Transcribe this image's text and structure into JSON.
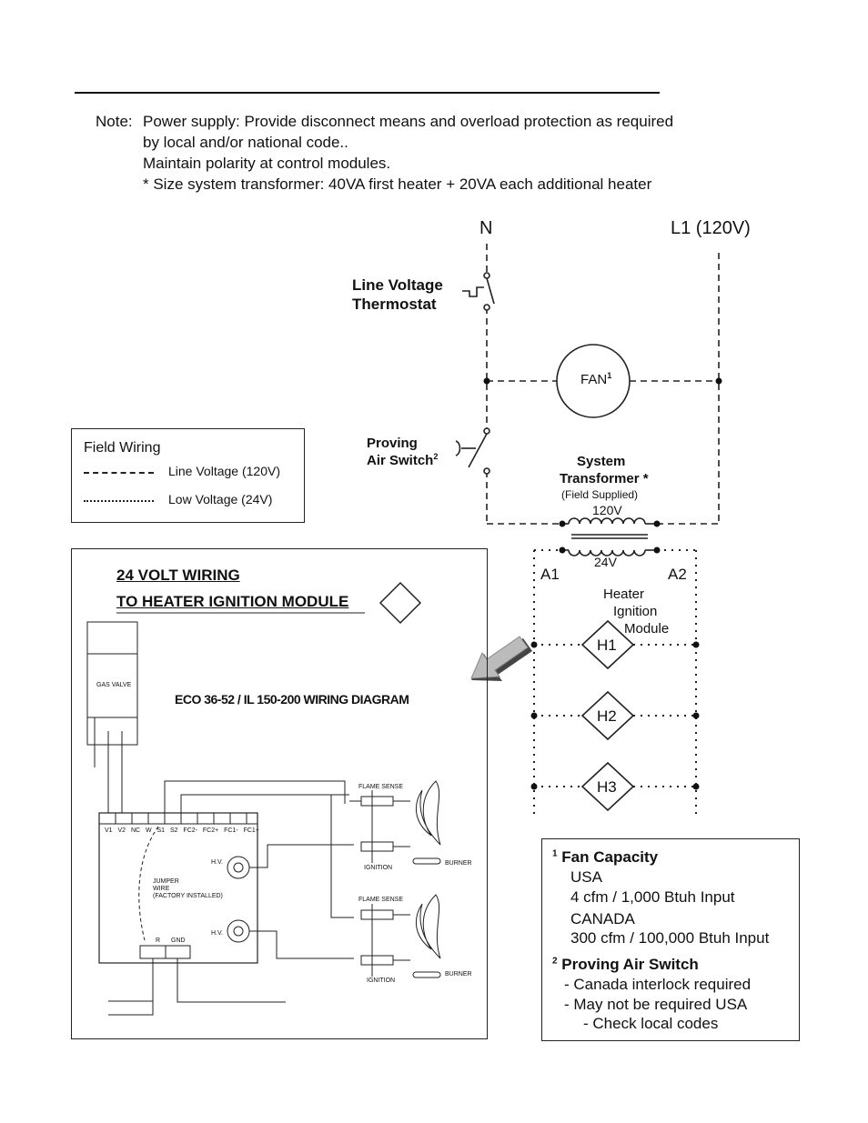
{
  "notes": {
    "prefix": "Note:",
    "line1": "Power supply: Provide disconnect means and overload protection as required",
    "line2": "by local and/or national code..",
    "line3": "Maintain polarity at control modules.",
    "line4": "* Size system transformer:   40VA first heater + 20VA each additional heater"
  },
  "power": {
    "neutral": "N",
    "line": "L1 (120V)"
  },
  "thermostat": {
    "line1": "Line Voltage",
    "line2": "Thermostat"
  },
  "fan": {
    "label": "FAN",
    "sup": "1"
  },
  "air_switch": {
    "line1": "Proving",
    "line2": "Air Switch",
    "sup": "2"
  },
  "transformer": {
    "line1": "System",
    "line2": "Transformer *",
    "line3": "(Field Supplied)",
    "primary": "120V",
    "secondary": "24V"
  },
  "terminals": {
    "a1": "A1",
    "a2": "A2"
  },
  "ignition_module": {
    "line1": "Heater",
    "line2": "Ignition",
    "line3": "Module"
  },
  "heaters": [
    "H1",
    "H2",
    "H3"
  ],
  "legend": {
    "title": "Field Wiring",
    "line_voltage": "Line Voltage (120V)",
    "low_voltage": "Low Voltage (24V)"
  },
  "wiring_box": {
    "title1": "24 VOLT WIRING",
    "title2": "TO HEATER IGNITION MODULE",
    "diagram_title": "ECO 36-52 / IL 150-200 WIRING DIAGRAM",
    "gas_valve": "GAS VALVE",
    "terminals": [
      "V1",
      "V2",
      "NC",
      "W",
      "S1",
      "S2",
      "FC2-",
      "FC2+",
      "FC1-",
      "FC1+"
    ],
    "hv": "H.V.",
    "jumper": [
      "JUMPER",
      "WIRE",
      "(FACTORY INSTALLED)"
    ],
    "r": "R",
    "gnd": "GND",
    "flame_sense": "FLAME SENSE",
    "ignition": "IGNITION",
    "burner": "BURNER"
  },
  "footnotes": {
    "fan_num": "1",
    "fan_title": "Fan Capacity",
    "usa": "USA",
    "usa_value": "4 cfm / 1,000 Btuh Input",
    "canada": "CANADA",
    "canada_value": "300 cfm / 100,000 Btuh Input",
    "switch_num": "2",
    "switch_title": "Proving Air Switch",
    "switch_line1": "- Canada interlock required",
    "switch_line2": "- May not be required USA",
    "switch_line3": "- Check local codes"
  }
}
